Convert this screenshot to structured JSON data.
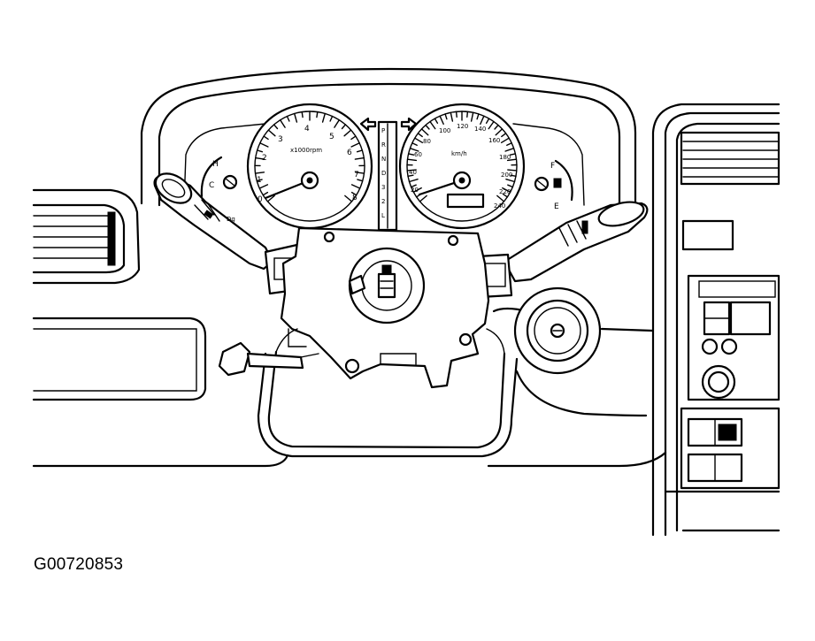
{
  "figure": {
    "id_label": "G00720853",
    "tachometer": {
      "unit_label": "x1000rpm",
      "ticks": [
        "0",
        "1",
        "2",
        "3",
        "4",
        "5",
        "6",
        "7",
        "8"
      ]
    },
    "speedometer": {
      "unit_label": "km/h",
      "ticks": [
        "20",
        "40",
        "60",
        "80",
        "100",
        "120",
        "140",
        "160",
        "180",
        "200",
        "220",
        "240"
      ]
    },
    "temp_gauge": {
      "high": "H",
      "low": "C"
    },
    "fuel_gauge": {
      "full": "F",
      "empty": "E"
    },
    "gear_indicator": [
      "P",
      "R",
      "N",
      "D",
      "3",
      "2",
      "L"
    ],
    "colors": {
      "ink": "#000000",
      "paper": "#ffffff"
    }
  }
}
